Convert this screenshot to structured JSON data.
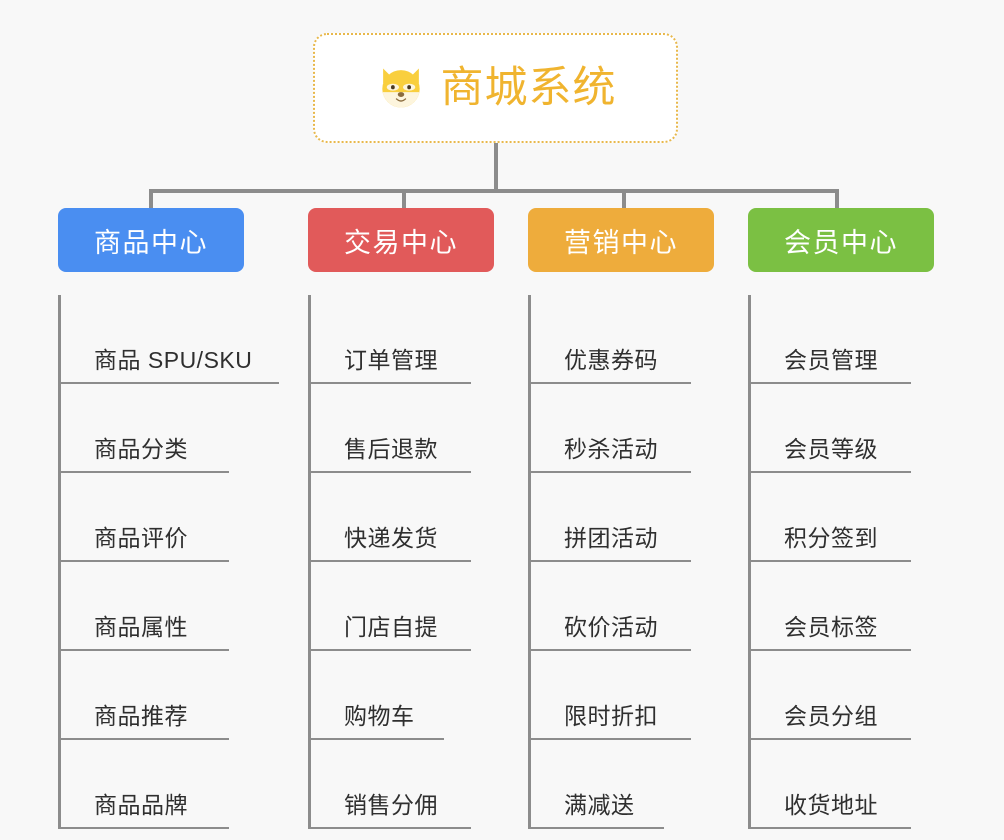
{
  "canvas": {
    "background_color": "#f8f8f8",
    "connector_color": "#8c8c8c"
  },
  "root": {
    "title": "商城系统",
    "icon": "shiba-dog-face-emoji",
    "text_color": "#f0b42f",
    "border_color": "#e8b84b",
    "background_color": "#ffffff"
  },
  "columns": [
    {
      "header": "商品中心",
      "color": "#4a8ef1",
      "items": [
        "商品 SPU/SKU",
        "商品分类",
        "商品评价",
        "商品属性",
        "商品推荐",
        "商品品牌"
      ],
      "underline_widths": [
        218,
        168,
        168,
        168,
        168,
        168
      ]
    },
    {
      "header": "交易中心",
      "color": "#e15a5a",
      "items": [
        "订单管理",
        "售后退款",
        "快递发货",
        "门店自提",
        "购物车",
        "销售分佣"
      ],
      "underline_widths": [
        160,
        160,
        160,
        160,
        133,
        160
      ]
    },
    {
      "header": "营销中心",
      "color": "#eeac3c",
      "items": [
        "优惠券码",
        "秒杀活动",
        "拼团活动",
        "砍价活动",
        "限时折扣",
        "满减送"
      ],
      "underline_widths": [
        160,
        160,
        160,
        160,
        160,
        133
      ]
    },
    {
      "header": "会员中心",
      "color": "#7bc košice"
    }
  ],
  "columns_fix": [
    {
      "header": "会员中心",
      "color": "#7bc043",
      "items": [
        "会员管理",
        "会员等级",
        "积分签到",
        "会员标签",
        "会员分组",
        "收货地址"
      ],
      "underline_widths": [
        160,
        160,
        160,
        160,
        160,
        160
      ]
    }
  ],
  "layout": {
    "column_lefts": [
      58,
      308,
      528,
      748
    ],
    "drop_lefts": [
      149,
      402,
      622,
      835
    ]
  }
}
